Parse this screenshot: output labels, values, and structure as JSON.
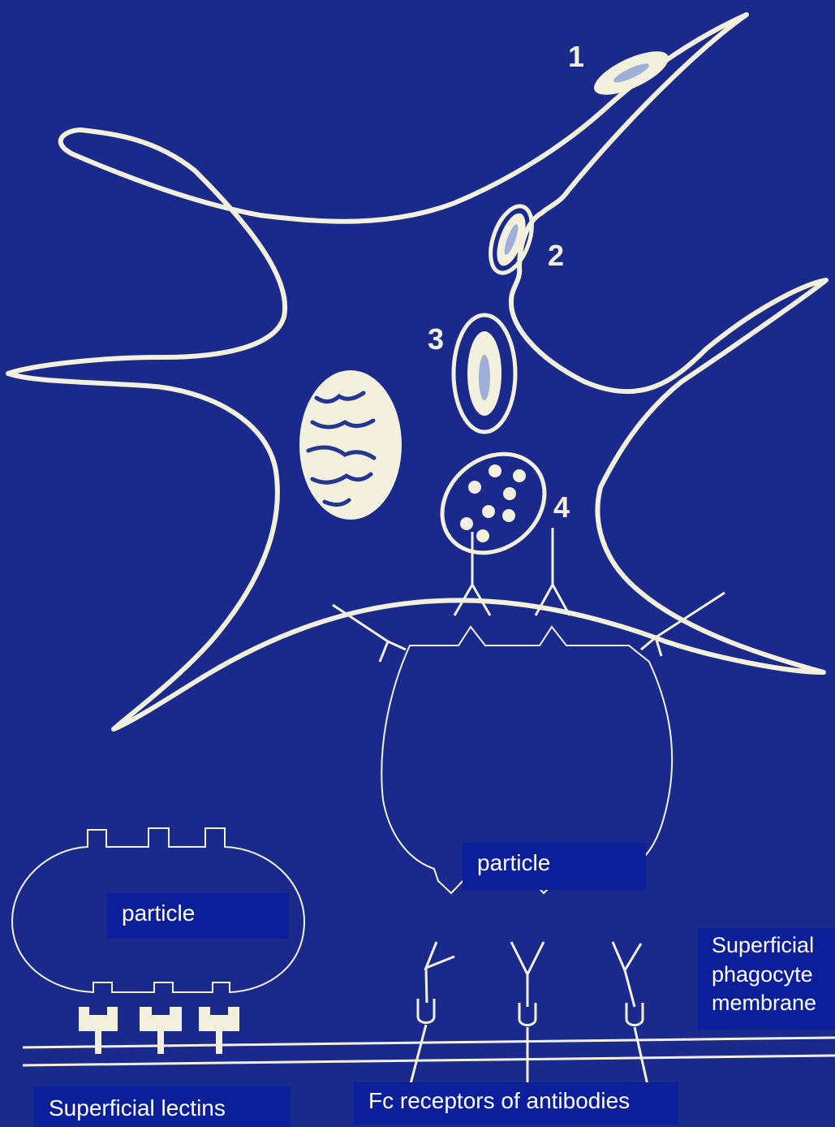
{
  "diagram": {
    "stages": [
      "1",
      "2",
      "3",
      "4"
    ],
    "labels": {
      "particle_left": "particle",
      "particle_right": "particle",
      "superficial_lectins": "Superficial lectins",
      "fc_receptors": "Fc receptors of antibodies",
      "membrane_line1": "Superficial",
      "membrane_line2": "phagocyte",
      "membrane_line3": "membrane"
    }
  },
  "colors": {
    "background": "#1a2a8c",
    "line": "#f3f0de",
    "label_box": "#0c1f9a"
  }
}
